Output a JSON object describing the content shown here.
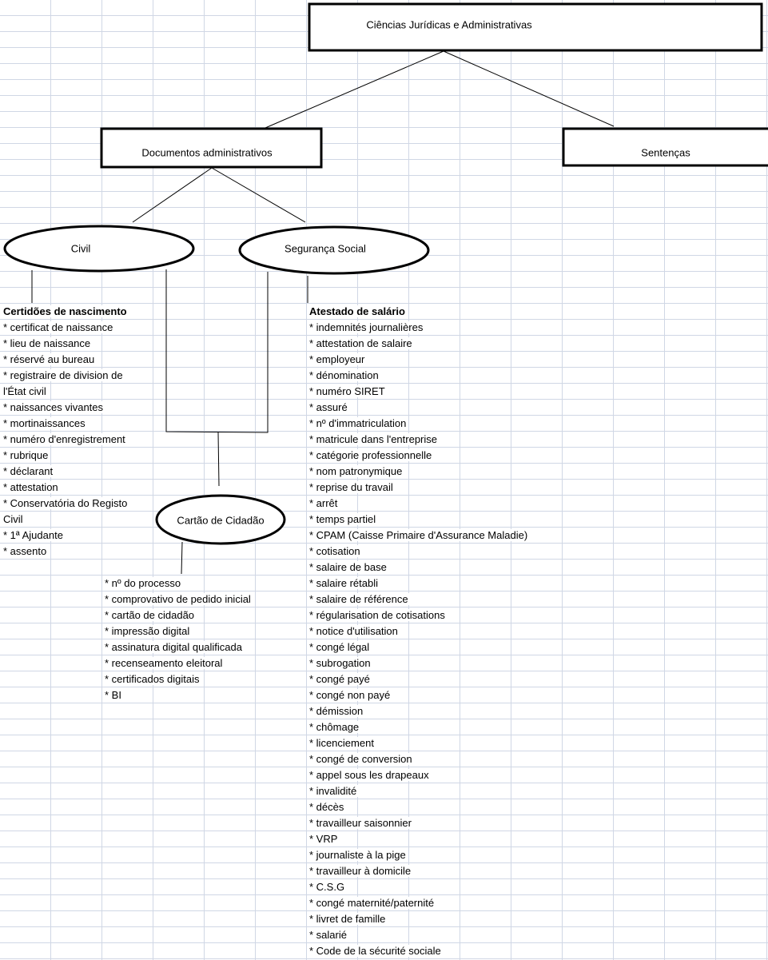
{
  "diagram": {
    "root": "Ciências Jurídicas e Administrativas",
    "branch_left": "Documentos administrativos",
    "branch_right": "Sentenças",
    "node_civil": "Civil",
    "node_seguranca": "Segurança Social",
    "node_cartao": "Cartão de Cidadão"
  },
  "civil_list": {
    "title": "Certidões de nascimento",
    "items": [
      "* certificat de naissance",
      "* lieu de naissance",
      "* réservé au bureau",
      "* registraire de division de",
      "l'État civil",
      "* naissances vivantes",
      "* mortinaissances",
      "* numéro d'enregistrement",
      "* rubrique",
      "* déclarant",
      "* attestation",
      "* Conservatória do Registo",
      "Civil",
      "* 1ª Ajudante",
      "* assento"
    ]
  },
  "cartao_list": {
    "items": [
      "* nº do processo",
      "* comprovativo de pedido inicial",
      "* cartão de cidadão",
      "* impressão digital",
      "* assinatura digital qualificada",
      "* recenseamento eleitoral",
      "* certificados digitais",
      "* BI"
    ]
  },
  "seguranca_list": {
    "title": "Atestado de salário",
    "items": [
      "* indemnités journalières",
      "* attestation de salaire",
      "* employeur",
      "* dénomination",
      "* numéro SIRET",
      "* assuré",
      "* nº d'immatriculation",
      "* matricule dans l'entreprise",
      "* catégorie professionnelle",
      "* nom patronymique",
      "* reprise du travail",
      "* arrêt",
      "* temps partiel",
      "* CPAM (Caisse Primaire d'Assurance Maladie)",
      "* cotisation",
      "* salaire de base",
      "* salaire rétabli",
      "* salaire de référence",
      "* régularisation de cotisations",
      "* notice d'utilisation",
      "* congé légal",
      "* subrogation",
      "* congé payé",
      "* congé non payé",
      "* démission",
      "* chômage",
      "* licenciement",
      "* congé de conversion",
      "* appel sous les drapeaux",
      "* invalidité",
      "* décès",
      "* travailleur saisonnier",
      "* VRP",
      "* journaliste à la pige",
      "* travailleur à domicile",
      "* C.S.G",
      "* congé maternité/paternité",
      "* livret de famille",
      "* salarié",
      "* Code de la sécurité sociale"
    ]
  }
}
